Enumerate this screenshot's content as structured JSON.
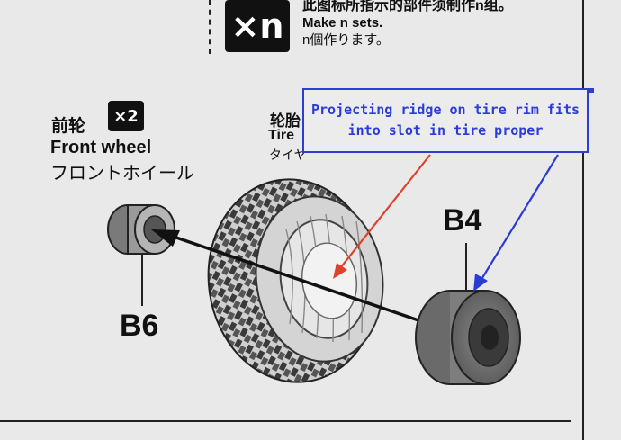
{
  "header": {
    "badge_label": "×n",
    "instruction_cn": "此图标所指示的部件须制作n组。",
    "instruction_en": "Make n sets.",
    "instruction_jp": "n個作ります。"
  },
  "front_wheel": {
    "label_cn": "前轮",
    "count_badge": "×2",
    "label_en": "Front wheel",
    "label_jp": "フロントホイール"
  },
  "tire": {
    "label_cn": "轮胎",
    "label_en": "Tire",
    "label_jp": "タイヤ"
  },
  "parts": {
    "b4": "B4",
    "b6": "B6"
  },
  "annotation": {
    "text": "Projecting ridge on tire rim fits into slot in tire proper",
    "color": "#2a3bd6",
    "arrow_colors": [
      "#e0412a",
      "#2a3bd6"
    ]
  }
}
